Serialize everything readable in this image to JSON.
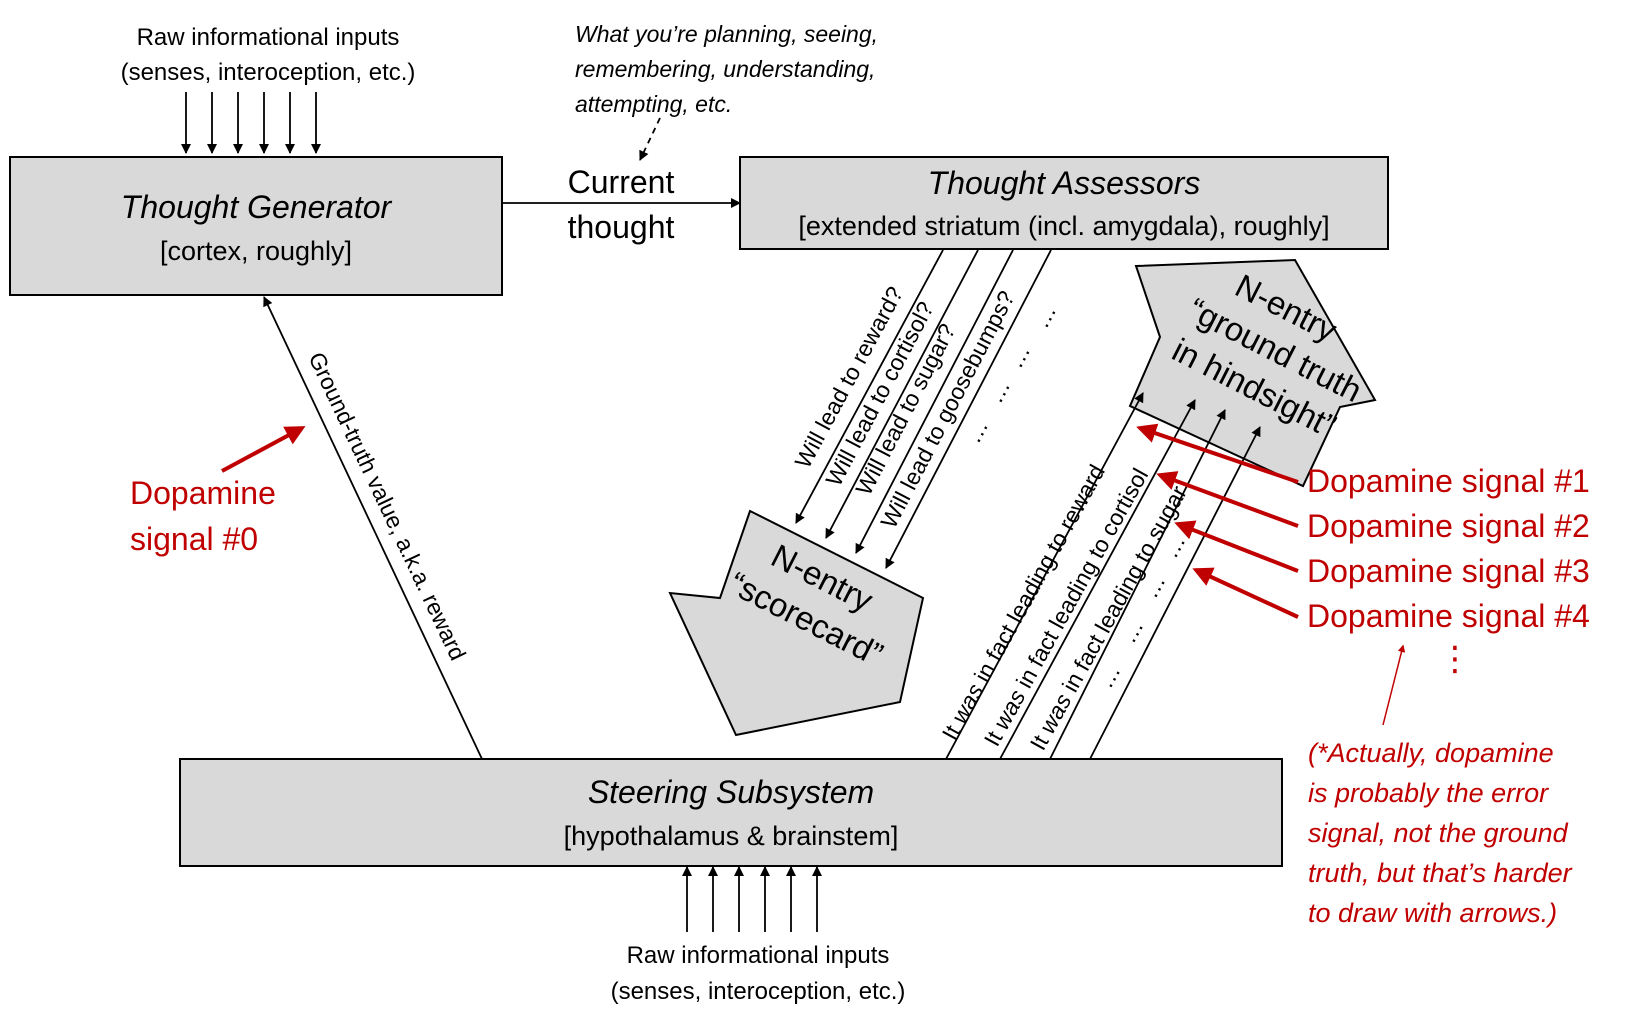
{
  "top_inputs": {
    "line1": "Raw informational inputs",
    "line2": "(senses, interoception, etc.)"
  },
  "bottom_inputs": {
    "line1": "Raw informational inputs",
    "line2": "(senses, interoception, etc.)"
  },
  "planning_note": {
    "line1": "What you’re planning, seeing,",
    "line2": "remembering, understanding,",
    "line3": "attempting, etc."
  },
  "thought_generator": {
    "title": "Thought Generator",
    "subtitle": "[cortex, roughly]"
  },
  "current_thought": {
    "line1": "Current",
    "line2": "thought"
  },
  "thought_assessors": {
    "title": "Thought Assessors",
    "subtitle": "[extended  striatum (incl. amygdala), roughly]"
  },
  "steering_subsystem": {
    "title": "Steering Subsystem",
    "subtitle": "[hypothalamus  & brainstem]"
  },
  "ground_truth_label": "Ground-truth value, a.k.a. reward",
  "dopamine0": {
    "line1": "Dopamine",
    "line2": "signal #0"
  },
  "scorecard": {
    "line1": "N-entry",
    "line2": "“scorecard”"
  },
  "hindsight": {
    "line1": "N-entry",
    "line2": "“ground truth",
    "line3": "in hindsight”"
  },
  "assessor_labels": [
    "Will lead to reward?",
    "Will lead to cortisol?",
    "Will lead to sugar?",
    "Will lead to goosebumps?"
  ],
  "assessor_ellipsis": "…",
  "hindsight_labels": [
    {
      "prefix": "It ",
      "emph": "was",
      "suffix": " in fact leading to reward"
    },
    {
      "prefix": "It ",
      "emph": "was",
      "suffix": " in fact leading to cortisol"
    },
    {
      "prefix": "It ",
      "emph": "was",
      "suffix": " in fact leading to sugar"
    }
  ],
  "dopamine_signals": [
    "Dopamine signal #1",
    "Dopamine signal #2",
    "Dopamine signal #3",
    "Dopamine signal #4"
  ],
  "vertical_ellipsis": "⋮",
  "footnote": {
    "line1": "(*Actually, dopamine",
    "line2": "is probably the error",
    "line3": "signal, not the ground",
    "line4": "truth, but that’s harder",
    "line5": "to draw with arrows.)"
  },
  "colors": {
    "box_fill": "#d9d9d9",
    "accent_red": "#c00000",
    "line": "#000000"
  }
}
